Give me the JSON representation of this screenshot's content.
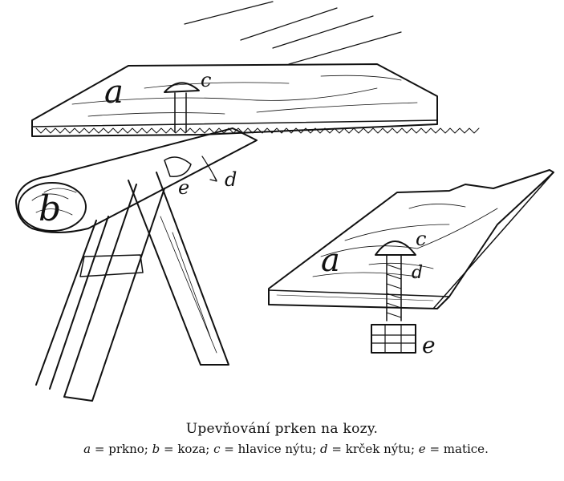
{
  "figure": {
    "labels": {
      "board_main": "a",
      "head_main": "c",
      "shank_main": "d",
      "nut_main": "e",
      "sawhorse": "b",
      "board_detail": "a",
      "head_detail": "c",
      "shank_detail": "d",
      "nut_detail": "e"
    }
  },
  "caption": {
    "title": "Upevňování prken na kozy.",
    "legend": [
      {
        "key": "a",
        "value": "prkno"
      },
      {
        "key": "b",
        "value": "koza"
      },
      {
        "key": "c",
        "value": "hlavice nýtu"
      },
      {
        "key": "d",
        "value": "krček nýtu"
      },
      {
        "key": "e",
        "value": "matice"
      }
    ],
    "equals_sign": "=",
    "separator": ";",
    "terminator": "."
  }
}
